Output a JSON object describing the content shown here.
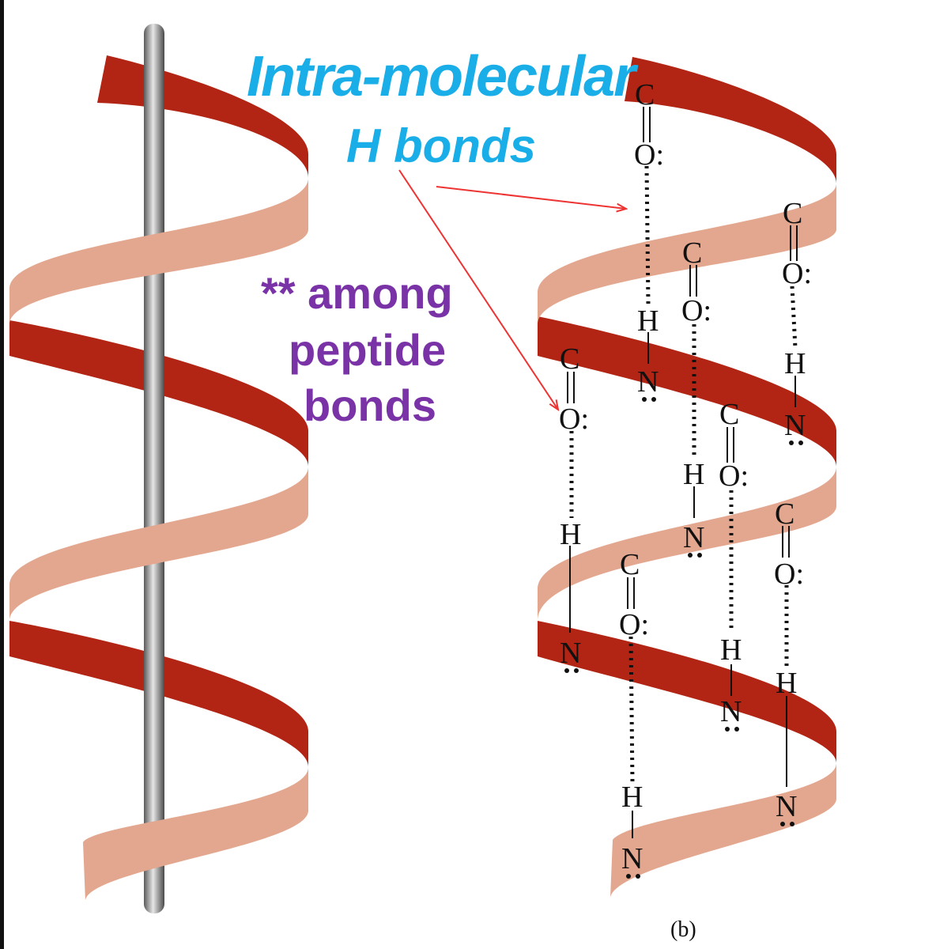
{
  "annotation": {
    "title_line1": "Intra-molecular",
    "title_line2": "H bonds",
    "note_line1": "** among",
    "note_line2": "peptide",
    "note_line3": "bonds",
    "panel_label_b": "(b)"
  },
  "atoms": {
    "carbon": "C",
    "oxygen": "O:",
    "hydrogen": "H",
    "nitrogen": "N"
  },
  "colors": {
    "ribbon_front": "#e3a78f",
    "ribbon_back": "#b22414",
    "rod": "#8a8a8a",
    "title": "#19aee8",
    "note": "#7a33a6",
    "arrow": "#ee3333"
  }
}
